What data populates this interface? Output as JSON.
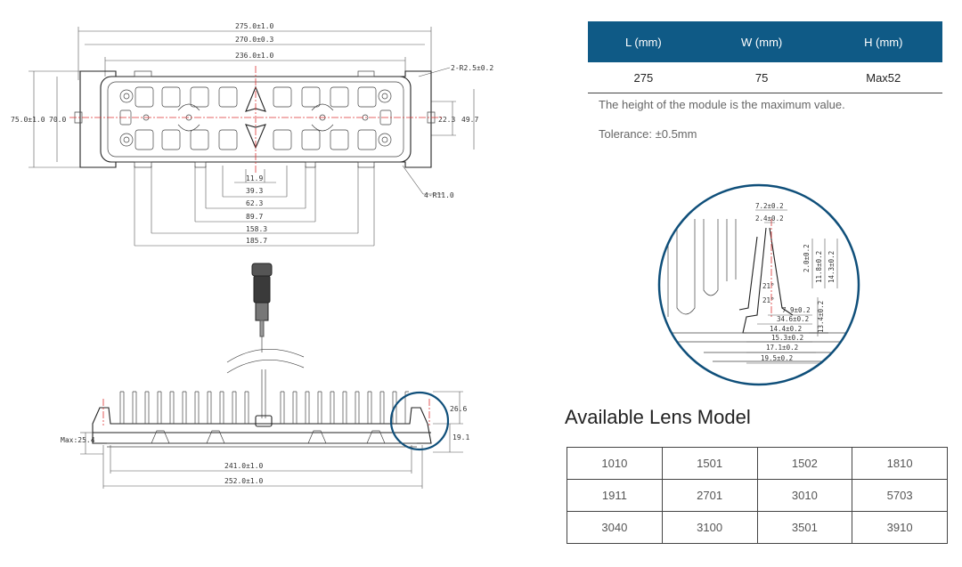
{
  "drawing": {
    "top_view_dims": {
      "overall_length": "275.0±1.0",
      "body_length": "270.0±0.3",
      "inner_length": "236.0±1.0",
      "corner_radius_small": "2-R2.5±0.2",
      "overall_width": "75.0±1.0",
      "body_width": "70.0",
      "slot_spacing": "22.3",
      "inner_width": "49.7",
      "corner_radius_large": "4-R11.0",
      "bottom_dims": [
        "11.9",
        "39.3",
        "62.3",
        "89.7",
        "158.3",
        "185.7"
      ]
    },
    "side_view_dims": {
      "max_height": "Max:25.4",
      "fin_height": "26.6",
      "base_height": "19.1",
      "length_241": "241.0±1.0",
      "length_252": "252.0±1.0"
    },
    "detail_dims": {
      "d1": "7.2±0.2",
      "d2": "2.4±0.2",
      "d3": "2.0±0.2",
      "d4": "11.8±0.2",
      "d5": "14.3±0.2",
      "a1": "21°",
      "a2": "21°",
      "d6": "7.9±0.2",
      "d7": "34.6±0.2",
      "d8": "13.4±0.2",
      "d9": "14.4±0.2",
      "d10": "15.3±0.2",
      "d11": "17.1±0.2",
      "d12": "19.5±0.2"
    }
  },
  "dimensions_table": {
    "headers": [
      "L (mm)",
      "W (mm)",
      "H (mm)"
    ],
    "values": [
      "275",
      "75",
      "Max52"
    ]
  },
  "notes": {
    "height_note": "The height of the module is the maximum value.",
    "tolerance": "Tolerance:  ±0.5mm"
  },
  "lens": {
    "title": "Available Lens Model",
    "rows": [
      [
        "1010",
        "1501",
        "1502",
        "1810"
      ],
      [
        "1911",
        "2701",
        "3010",
        "5703"
      ],
      [
        "3040",
        "3100",
        "3501",
        "3910"
      ]
    ]
  },
  "colors": {
    "header_blue": "#0f5a86",
    "zoom_circle": "#0f4f7a",
    "centerline_red": "#d33333"
  }
}
